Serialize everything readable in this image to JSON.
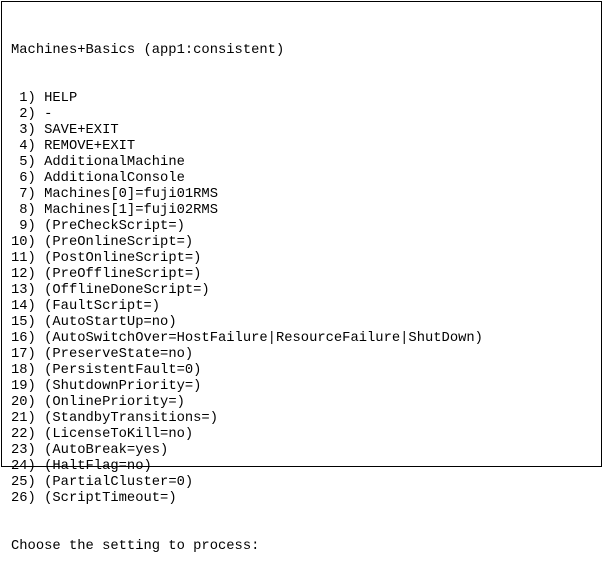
{
  "title": "Machines+Basics (app1:consistent)",
  "menu_items": [
    {
      "num": " 1)",
      "label": "HELP"
    },
    {
      "num": " 2)",
      "label": "-"
    },
    {
      "num": " 3)",
      "label": "SAVE+EXIT"
    },
    {
      "num": " 4)",
      "label": "REMOVE+EXIT"
    },
    {
      "num": " 5)",
      "label": "AdditionalMachine"
    },
    {
      "num": " 6)",
      "label": "AdditionalConsole"
    },
    {
      "num": " 7)",
      "label": "Machines[0]=fuji01RMS"
    },
    {
      "num": " 8)",
      "label": "Machines[1]=fuji02RMS"
    },
    {
      "num": " 9)",
      "label": "(PreCheckScript=)"
    },
    {
      "num": "10)",
      "label": "(PreOnlineScript=)"
    },
    {
      "num": "11)",
      "label": "(PostOnlineScript=)"
    },
    {
      "num": "12)",
      "label": "(PreOfflineScript=)"
    },
    {
      "num": "13)",
      "label": "(OfflineDoneScript=)"
    },
    {
      "num": "14)",
      "label": "(FaultScript=)"
    },
    {
      "num": "15)",
      "label": "(AutoStartUp=no)"
    },
    {
      "num": "16)",
      "label": "(AutoSwitchOver=HostFailure|ResourceFailure|ShutDown)"
    },
    {
      "num": "17)",
      "label": "(PreserveState=no)"
    },
    {
      "num": "18)",
      "label": "(PersistentFault=0)"
    },
    {
      "num": "19)",
      "label": "(ShutdownPriority=)"
    },
    {
      "num": "20)",
      "label": "(OnlinePriority=)"
    },
    {
      "num": "21)",
      "label": "(StandbyTransitions=)"
    },
    {
      "num": "22)",
      "label": "(LicenseToKill=no)"
    },
    {
      "num": "23)",
      "label": "(AutoBreak=yes)"
    },
    {
      "num": "24)",
      "label": "(HaltFlag=no)"
    },
    {
      "num": "25)",
      "label": "(PartialCluster=0)"
    },
    {
      "num": "26)",
      "label": "(ScriptTimeout=)"
    }
  ],
  "prompt": "Choose the setting to process:"
}
